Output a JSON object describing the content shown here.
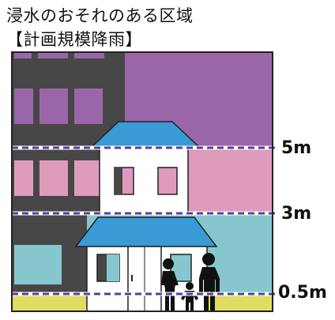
{
  "title": {
    "line1": "浸水のおそれのある区域",
    "line2": "【計画規模降雨】"
  },
  "levels": [
    {
      "label": "5m"
    },
    {
      "label": "3m"
    },
    {
      "label": "0.5m"
    }
  ],
  "colors": {
    "over_5m": "#9a66a9",
    "m3_to_5m": "#df9bbb",
    "m05_to_3m": "#86c7cf",
    "under_05m": "#dfdc62",
    "building": "#474747",
    "roof": "#3a9ad6",
    "dashed_line": "#5b3f9a",
    "people": "#111111"
  }
}
